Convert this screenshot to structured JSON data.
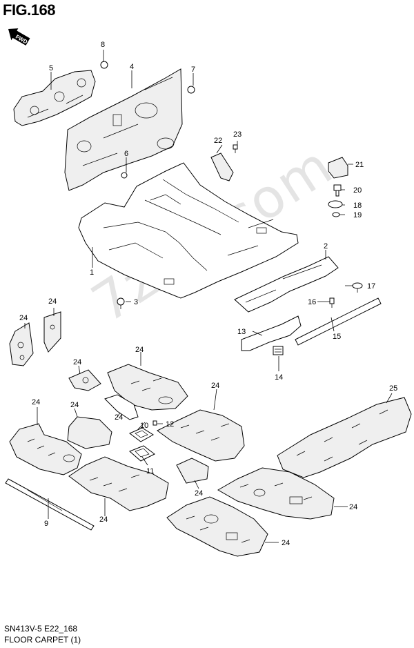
{
  "figure": {
    "title": "FIG.168",
    "fwd_badge": "FWD"
  },
  "caption": {
    "model": "SN413V-5 E22_168",
    "name": "FLOOR CARPET (1)"
  },
  "watermark": "7zap.com",
  "callouts": {
    "c1": "1",
    "c2": "2",
    "c3": "3",
    "c4": "4",
    "c5": "5",
    "c6": "6",
    "c7": "7",
    "c8": "8",
    "c9": "9",
    "c10": "10",
    "c11": "11",
    "c12": "12",
    "c13": "13",
    "c14": "14",
    "c15": "15",
    "c16": "16",
    "c17": "17",
    "c18": "18",
    "c19": "19",
    "c20": "20",
    "c21": "21",
    "c22": "22",
    "c23": "23",
    "c25": "25",
    "c24": "24"
  }
}
